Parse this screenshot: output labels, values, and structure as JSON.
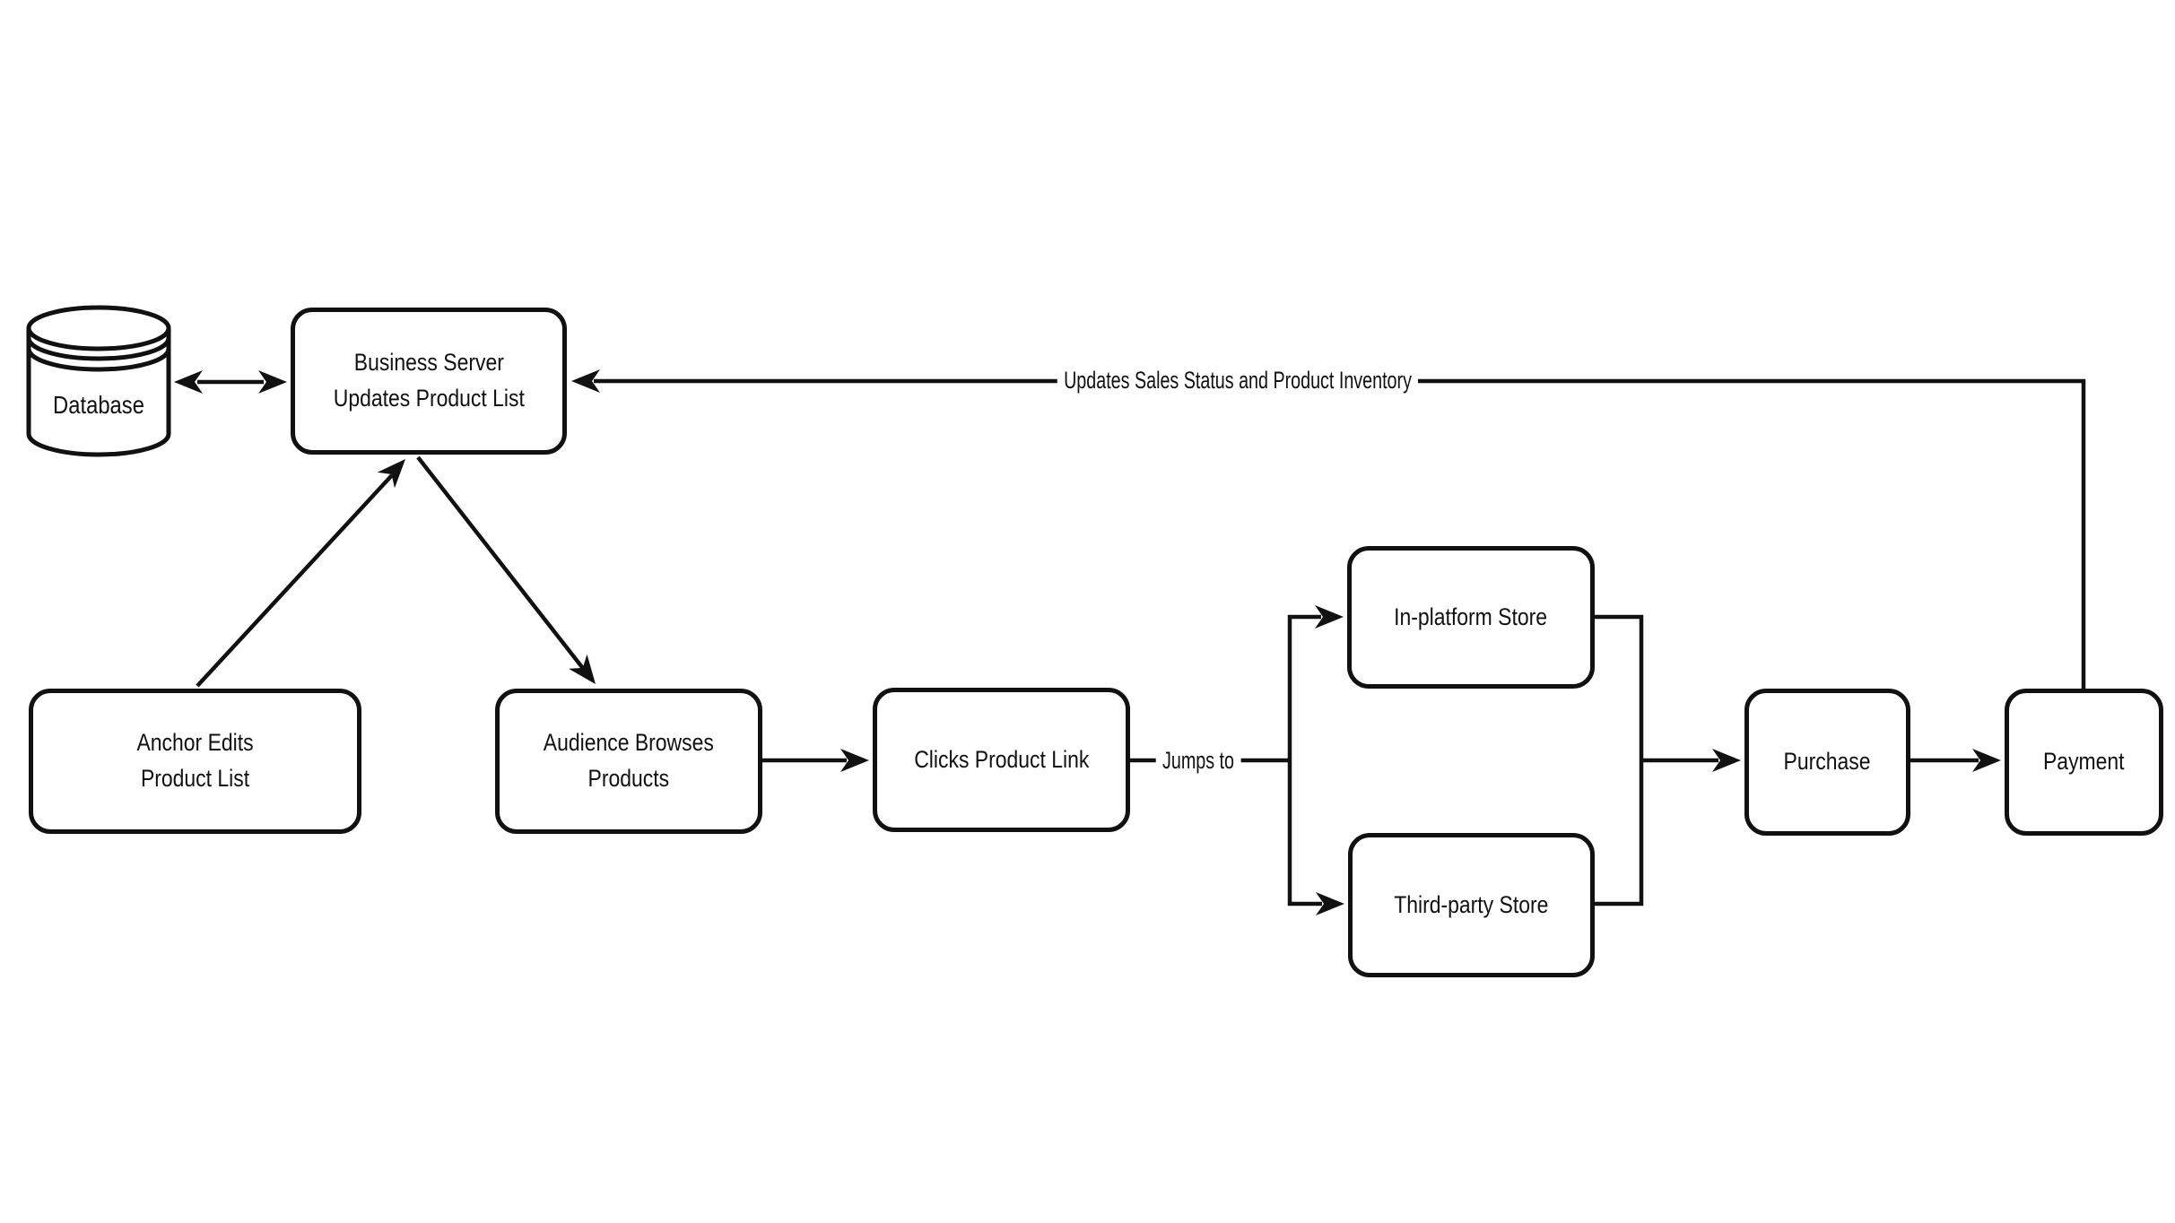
{
  "canvas": {
    "background": "#ffffff",
    "stroke_color": "#111111"
  },
  "nodes": {
    "database": {
      "label": "Database",
      "shape": "cylinder"
    },
    "business_server": {
      "label": "Business Server\nUpdates Product List",
      "shape": "rounded-rect"
    },
    "anchor_edits": {
      "label": "Anchor Edits\nProduct List",
      "shape": "rounded-rect"
    },
    "audience_browses": {
      "label": "Audience Browses\nProducts",
      "shape": "rounded-rect"
    },
    "clicks_product_link": {
      "label": "Clicks Product Link",
      "shape": "rounded-rect"
    },
    "in_platform_store": {
      "label": "In-platform Store",
      "shape": "rounded-rect"
    },
    "third_party_store": {
      "label": "Third-party Store",
      "shape": "rounded-rect"
    },
    "purchase": {
      "label": "Purchase",
      "shape": "rounded-rect"
    },
    "payment": {
      "label": "Payment",
      "shape": "rounded-rect"
    }
  },
  "edge_labels": {
    "feedback": "Updates Sales Status and Product Inventory",
    "jumps_to": "Jumps to"
  },
  "edges": [
    {
      "from": "database",
      "to": "business_server",
      "direction": "bidirectional"
    },
    {
      "from": "anchor_edits",
      "to": "business_server",
      "direction": "forward"
    },
    {
      "from": "business_server",
      "to": "audience_browses",
      "direction": "forward"
    },
    {
      "from": "audience_browses",
      "to": "clicks_product_link",
      "direction": "forward"
    },
    {
      "from": "clicks_product_link",
      "to": "in_platform_store",
      "label": "Jumps to",
      "direction": "forward"
    },
    {
      "from": "clicks_product_link",
      "to": "third_party_store",
      "label": "Jumps to",
      "direction": "forward"
    },
    {
      "from": "in_platform_store",
      "to": "purchase",
      "direction": "forward"
    },
    {
      "from": "third_party_store",
      "to": "purchase",
      "direction": "forward"
    },
    {
      "from": "purchase",
      "to": "payment",
      "direction": "forward"
    },
    {
      "from": "payment",
      "to": "business_server",
      "label": "Updates Sales Status and Product Inventory",
      "direction": "forward"
    }
  ]
}
